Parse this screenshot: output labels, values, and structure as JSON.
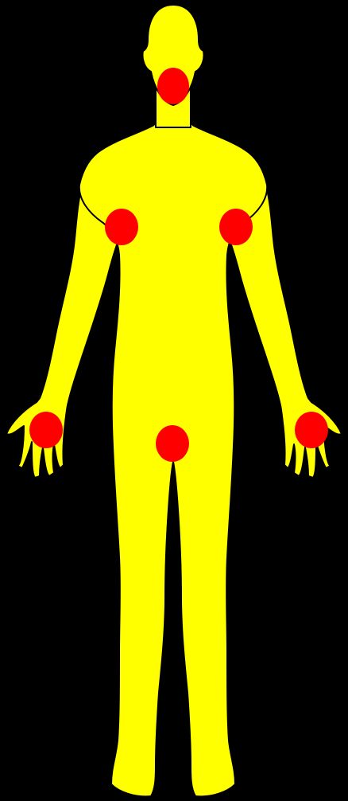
{
  "figure": {
    "background_color": "#000000",
    "body_color": "#ffff00",
    "marker_color": "#ff0000",
    "outline_color": "#000000",
    "markers": [
      "mouth",
      "left-shoulder",
      "right-shoulder",
      "left-palm",
      "right-palm",
      "groin"
    ]
  }
}
